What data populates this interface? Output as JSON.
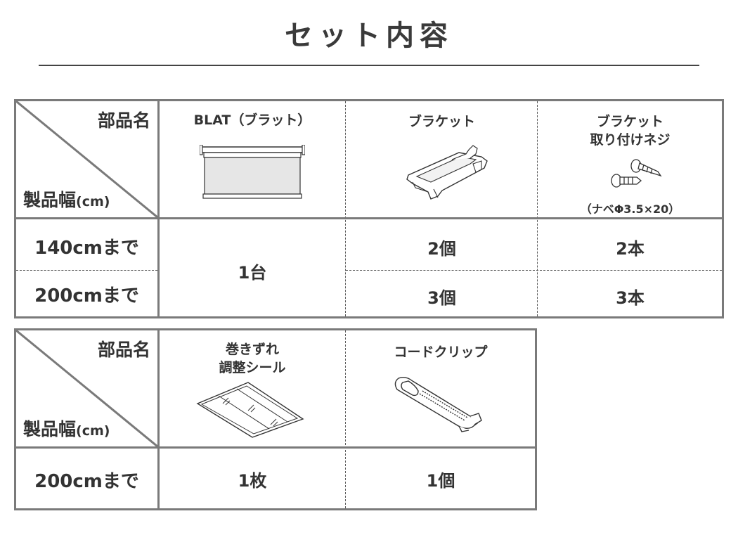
{
  "title": "セット内容",
  "table1": {
    "header_parts": "部品名",
    "header_width": "製品幅",
    "header_unit": "(cm)",
    "columns": [
      {
        "name_line1": "BLAT（ブラット）",
        "name_line2": ""
      },
      {
        "name_line1": "ブラケット",
        "name_line2": ""
      },
      {
        "name_line1": "ブラケット",
        "name_line2": "取り付けネジ",
        "note": "（ナベΦ3.5×20）"
      }
    ],
    "rows": [
      {
        "label": "140cmまで",
        "values": [
          "1台",
          "2個",
          "2本"
        ]
      },
      {
        "label": "200cmまで",
        "values": [
          "1台",
          "3個",
          "3本"
        ]
      }
    ]
  },
  "table2": {
    "header_parts": "部品名",
    "header_width": "製品幅",
    "header_unit": "(cm)",
    "columns": [
      {
        "name_line1": "巻きずれ",
        "name_line2": "調整シール"
      },
      {
        "name_line1": "コードクリップ",
        "name_line2": ""
      }
    ],
    "rows": [
      {
        "label": "200cmまで",
        "values": [
          "1枚",
          "1個"
        ]
      }
    ]
  }
}
